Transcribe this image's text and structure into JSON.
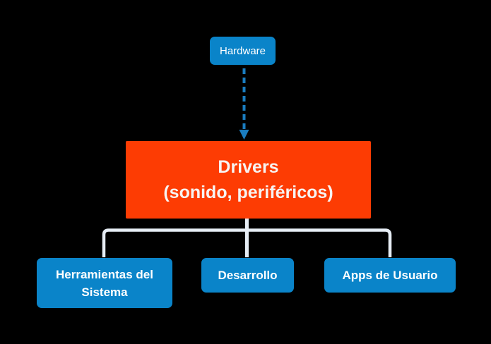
{
  "diagram": {
    "background": "#000000",
    "nodes": {
      "hardware": {
        "label": "Hardware"
      },
      "drivers": {
        "lines": [
          "Drivers",
          "(sonido, periféricos)"
        ]
      },
      "herramientas": {
        "label": "Herramientas del Sistema"
      },
      "desarrollo": {
        "label": "Desarrollo"
      },
      "apps": {
        "label": "Apps de Usuario"
      }
    },
    "colors": {
      "node_blue": "#0a84c9",
      "node_red": "#fd3c03",
      "arrow_blue": "#1a7dc0",
      "connector_light": "#e6edf5",
      "text": "#ffffff"
    }
  }
}
